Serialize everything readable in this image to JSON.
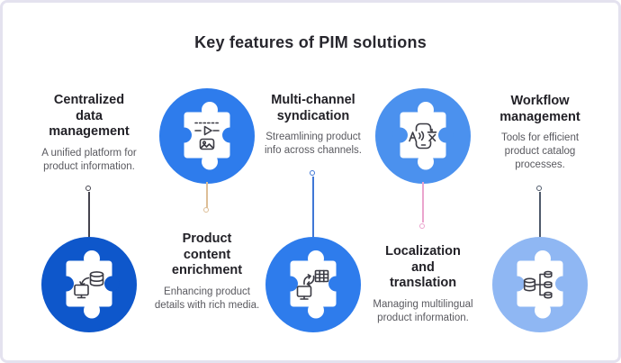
{
  "title": "Key features of PIM solutions",
  "features": [
    {
      "heading_lines": [
        "Centralized",
        "data",
        "management"
      ],
      "heading": "Centralized data management",
      "description": "A unified platform for product information.",
      "icon": "data-sync-puzzle-icon",
      "layout": "text-top",
      "circle_color": "#0e57cb",
      "connector_color": "#45444e"
    },
    {
      "heading_lines": [
        "Product",
        "content",
        "enrichment"
      ],
      "heading": "Product content enrichment",
      "description": "Enhancing product details with rich media.",
      "icon": "media-content-puzzle-icon",
      "layout": "circle-top",
      "circle_color": "#2e7cec",
      "connector_color": "#ddbe96"
    },
    {
      "heading_lines": [
        "Multi-channel",
        "syndication"
      ],
      "heading": "Multi-channel syndication",
      "description": "Streamlining product info across channels.",
      "icon": "channel-sync-puzzle-icon",
      "layout": "text-top",
      "circle_color": "#2e7cec",
      "connector_color": "#3f77d6"
    },
    {
      "heading_lines": [
        "Localization",
        "and",
        "translation"
      ],
      "heading": "Localization and translation",
      "description": "Managing multilingual product information.",
      "icon": "translation-puzzle-icon",
      "layout": "circle-top",
      "circle_color": "#4b91ee",
      "connector_color": "#eba4cd"
    },
    {
      "heading_lines": [
        "Workflow",
        "management"
      ],
      "heading": "Workflow management",
      "description": "Tools for efficient product catalog processes.",
      "icon": "database-branch-puzzle-icon",
      "layout": "text-top",
      "circle_color": "#8fb7f3",
      "connector_color": "#4f5a6b"
    }
  ],
  "colors": {
    "background": "#ffffff",
    "border": "#e4e2ef",
    "title_text": "#28272e",
    "heading_text": "#222127",
    "description_text": "#59595f",
    "glyph_stroke": "#3b3b44",
    "puzzle_body": "#ffffff"
  }
}
